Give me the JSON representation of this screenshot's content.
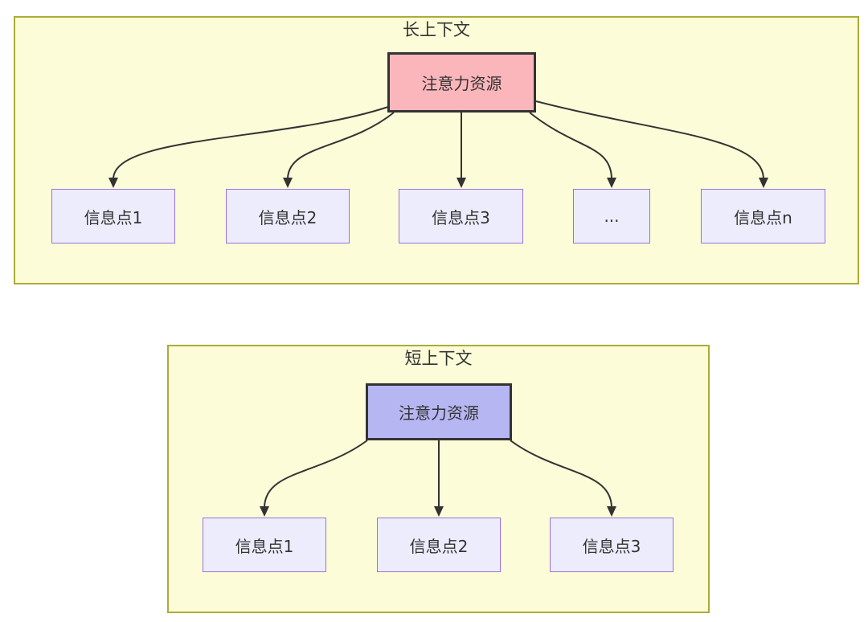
{
  "long_context": {
    "title": "长上下文",
    "attention_label": "注意力资源",
    "nodes": [
      {
        "label": "信息点1"
      },
      {
        "label": "信息点2"
      },
      {
        "label": "信息点3"
      },
      {
        "label": "..."
      },
      {
        "label": "信息点n"
      }
    ]
  },
  "short_context": {
    "title": "短上下文",
    "attention_label": "注意力资源",
    "nodes": [
      {
        "label": "信息点1"
      },
      {
        "label": "信息点2"
      },
      {
        "label": "信息点3"
      }
    ]
  },
  "colors": {
    "group_fill": "#FCFCD8",
    "group_border": "#ABAB3A",
    "attention_long_fill": "#FBB6BC",
    "attention_short_fill": "#B6B6F2",
    "attention_border": "#333333",
    "node_fill": "#ECECFC",
    "node_border": "#9673DB",
    "arrow": "#333333",
    "text": "#333333",
    "page_background": "#FFFFFF"
  }
}
